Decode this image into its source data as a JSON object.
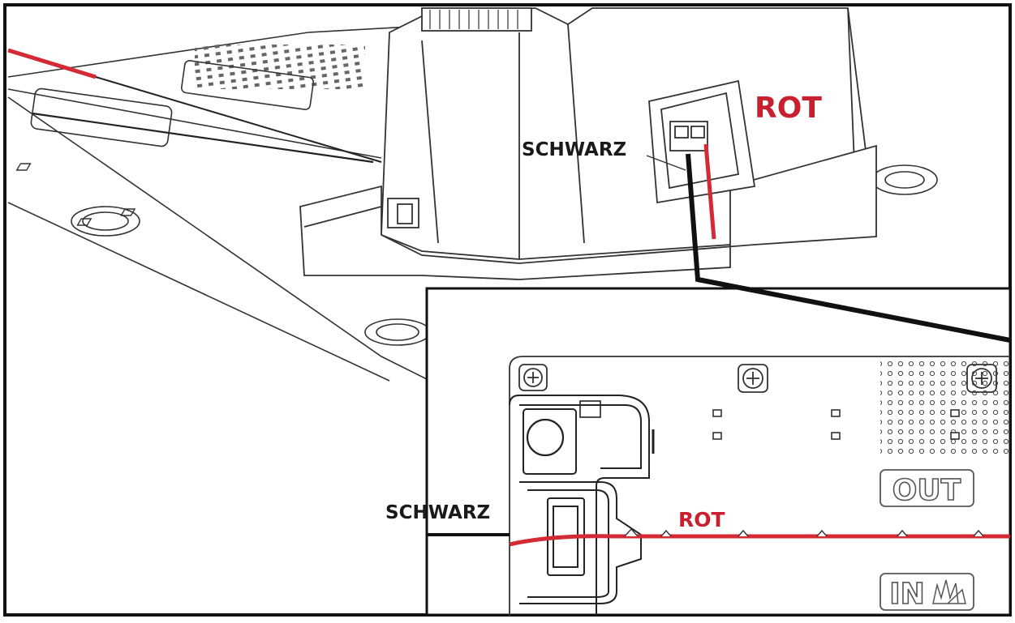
{
  "labels": {
    "top_red": "ROT",
    "top_black": "SCHWARZ",
    "inset_red": "ROT",
    "inset_black": "SCHWARZ",
    "embossed_out": "OUT",
    "embossed_in": "IN"
  },
  "colors": {
    "red_wire": "#d42a35",
    "black_wire": "#111111",
    "label_red": "#c8202f",
    "line_art": "#333333"
  },
  "icons": {
    "screw": "plus-screw-icon",
    "grass": "grass-icon"
  }
}
